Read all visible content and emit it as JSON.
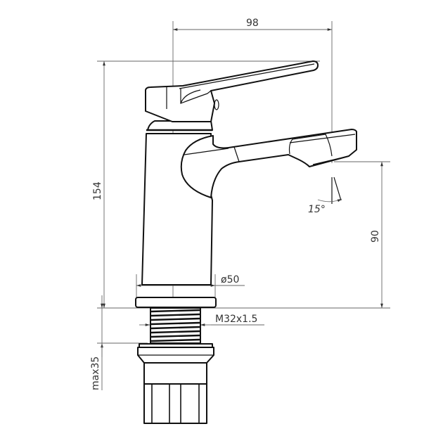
{
  "drawing": {
    "dimensions": {
      "width_top": "98",
      "height_total": "154",
      "spout_height": "90",
      "body_diameter": "ø50",
      "thread": "M32x1.5",
      "max_thickness": "max35",
      "spray_angle": "15°"
    }
  }
}
